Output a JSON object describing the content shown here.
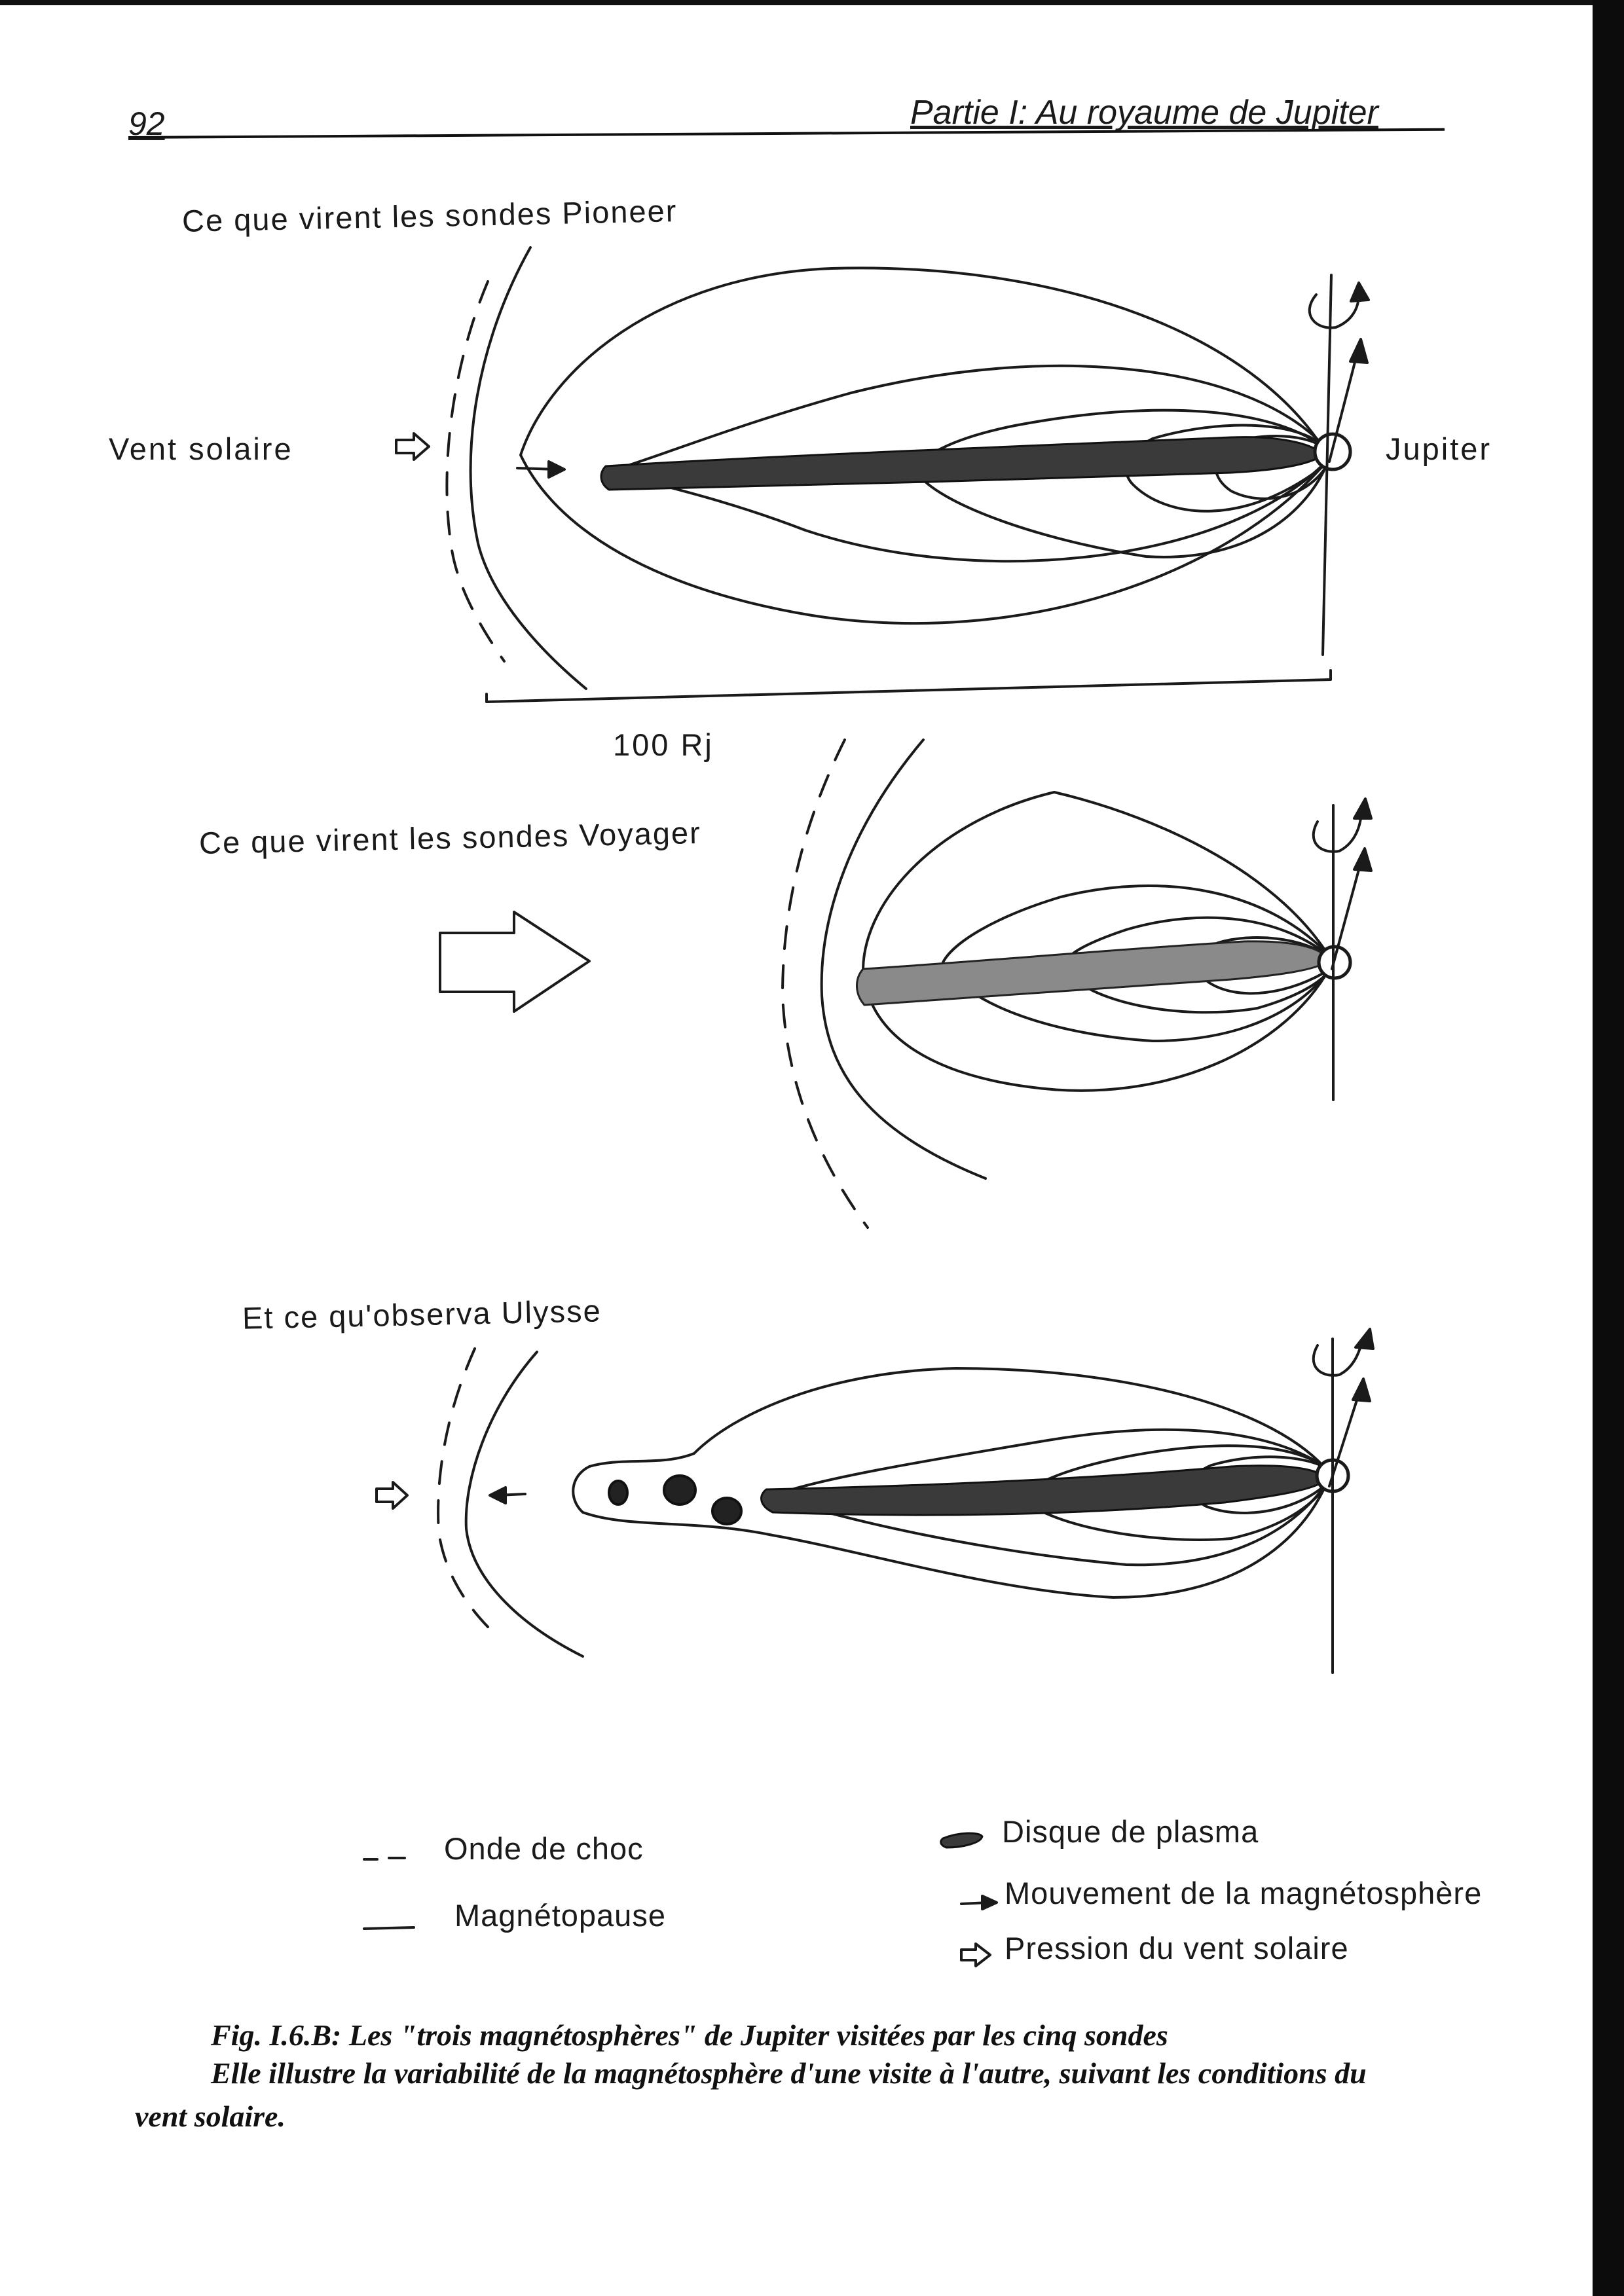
{
  "header": {
    "page_number": "92",
    "running_head": "Partie I: Au royaume de Jupiter"
  },
  "figure": {
    "panel_pioneer": {
      "title": "Ce que virent les sondes Pioneer",
      "solar_wind_label": "Vent solaire",
      "planet_label": "Jupiter",
      "scale_label": "100 Rj"
    },
    "panel_voyager": {
      "title": "Ce que virent les sondes Voyager"
    },
    "panel_ulysse": {
      "title": "Et ce qu'observa Ulysse"
    },
    "legend": {
      "shock_wave": "Onde de choc",
      "magnetopause": "Magnétopause",
      "plasma_disk": "Disque de plasma",
      "magnetosphere_motion": "Mouvement de la magnétosphère",
      "solar_wind_pressure": "Pression du vent solaire"
    }
  },
  "caption": {
    "title": "Fig. I.6.B: Les \"trois magnétosphères\" de Jupiter visitées par les cinq sondes",
    "body_line1": "Elle illustre la variabilité de la magnétosphère d'une visite à l'autre, suivant les conditions du",
    "body_line2": "vent solaire."
  }
}
